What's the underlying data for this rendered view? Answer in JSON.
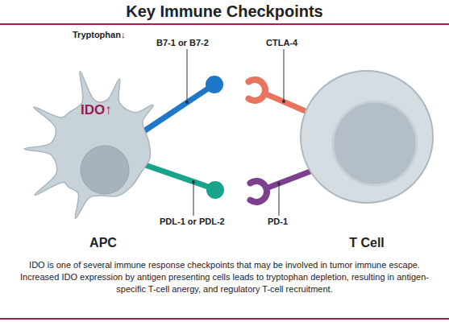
{
  "diagram": {
    "title": "Key Immune Checkpoints",
    "caption": "IDO is one of several immune response checkpoints that may be involved in tumor immune escape. Increased IDO expression by antigen presenting cells leads to tryptophan depletion, resulting in antigen-specific T-cell anergy, and regulatory T-cell recruitment.",
    "nodes": [
      {
        "text": [
          "IDO↑",
          "APC"
        ]
      },
      {
        "text": [
          "T Cell"
        ]
      }
    ],
    "labels": [
      "Tryptophan↓",
      "B7-1 or B7-2",
      "CTLA-4",
      "PDL-1 or PDL-2",
      "PD-1"
    ]
  }
}
